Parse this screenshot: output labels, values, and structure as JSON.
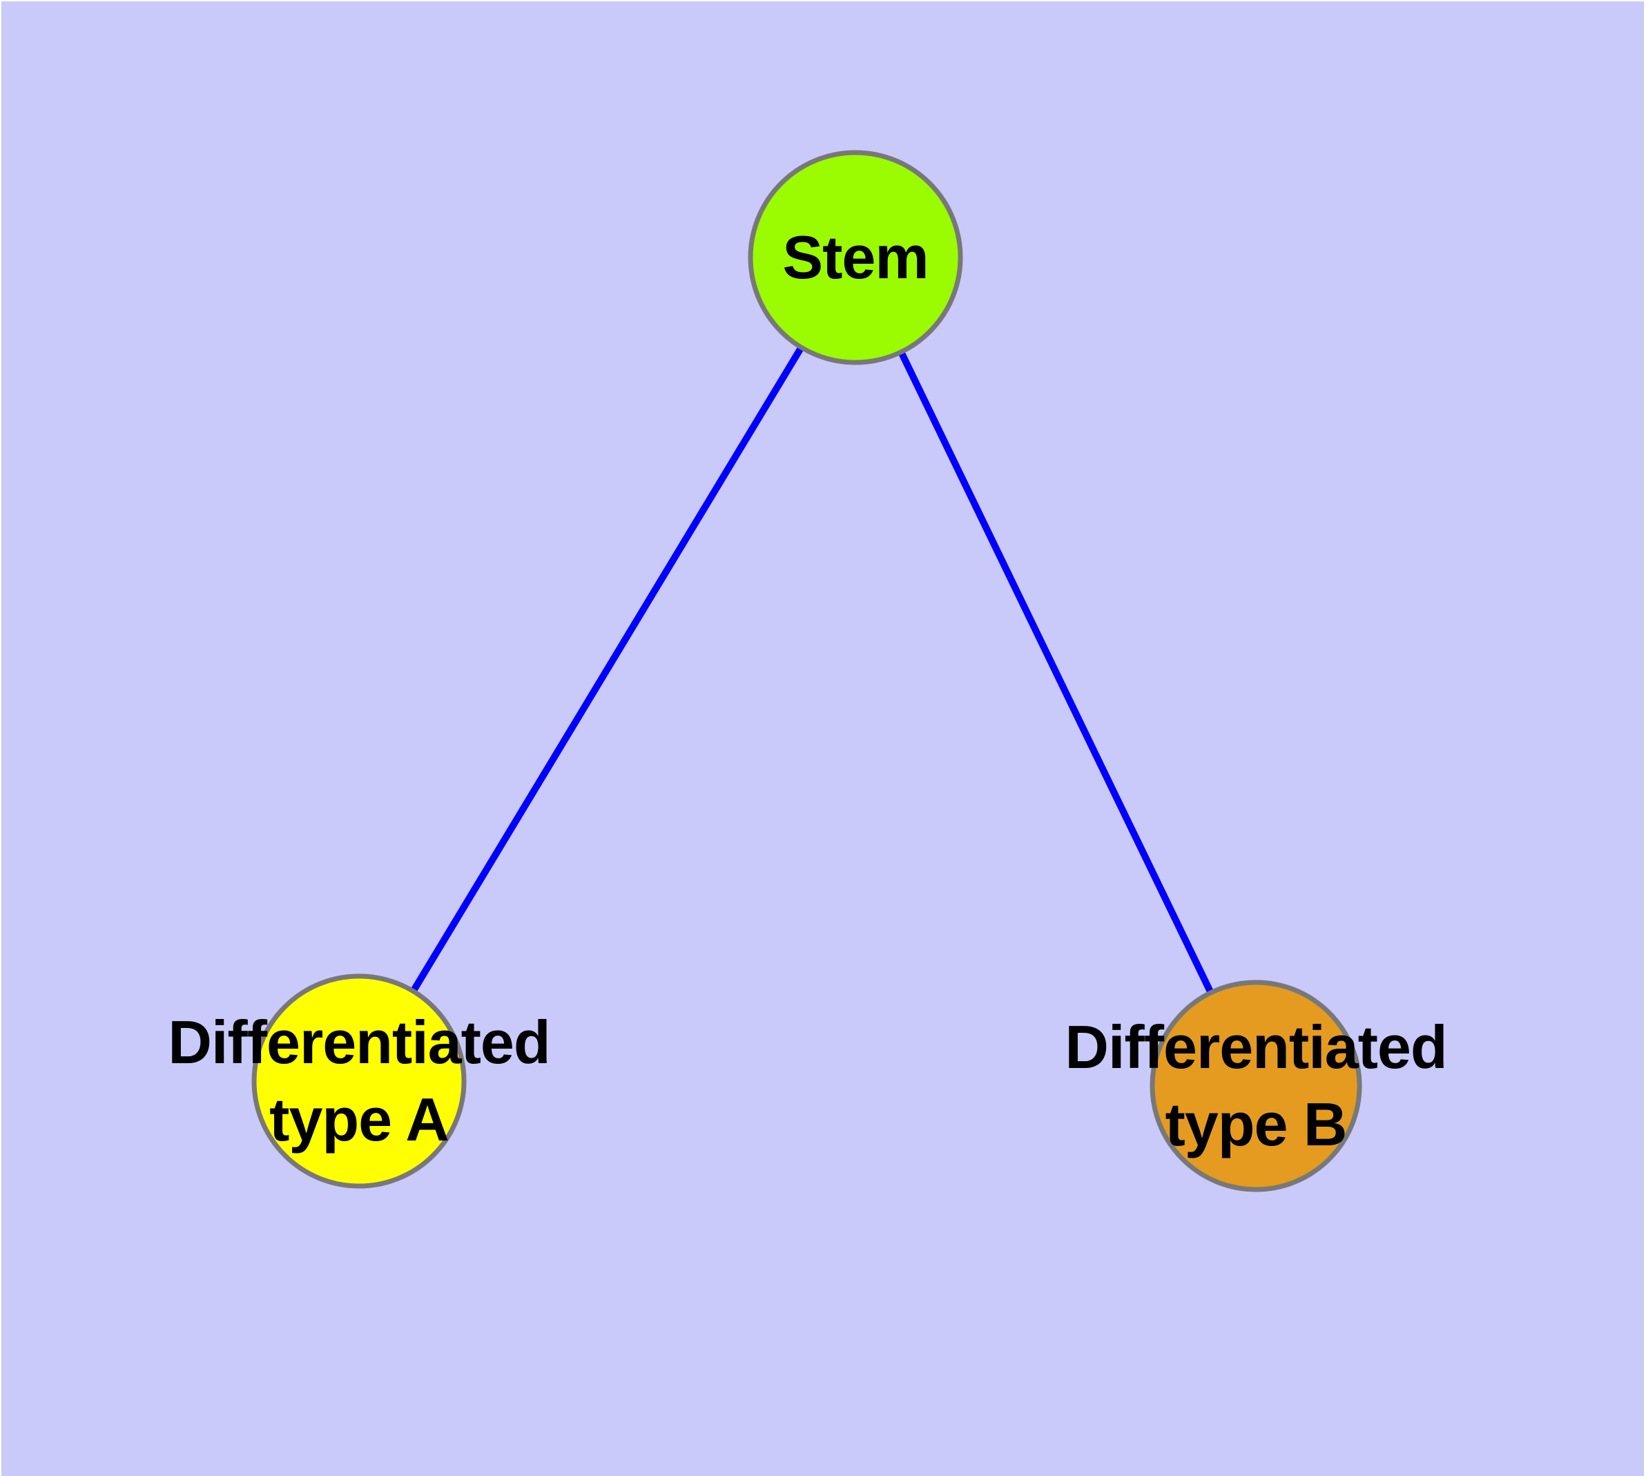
{
  "diagram": {
    "background_color": "#C9C9FA",
    "frame_color": "#FFFFFF",
    "edge_color": "#0000FF",
    "node_border_color": "#787878",
    "text_color": "#000000",
    "nodes": [
      {
        "id": "stem",
        "label": "Stem",
        "fill": "#9BFB00"
      },
      {
        "id": "differentiated-type-a",
        "label_line1": "Differentiated",
        "label_line2": "type A",
        "fill": "#FFFF00"
      },
      {
        "id": "differentiated-type-b",
        "label_line1": "Differentiated",
        "label_line2": "type B",
        "fill": "#E49B20"
      }
    ],
    "edges": [
      {
        "from": "stem",
        "to": "differentiated-type-a"
      },
      {
        "from": "stem",
        "to": "differentiated-type-b"
      }
    ]
  }
}
